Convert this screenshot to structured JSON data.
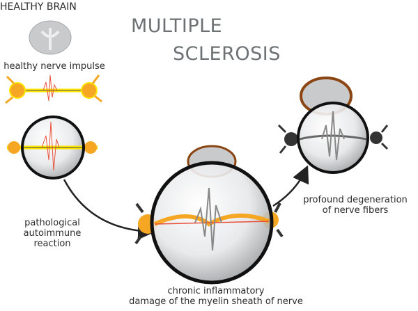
{
  "header": {
    "healthy_brain": "HEALTHY BRAIN",
    "title_line1": "MULTIPLE",
    "title_line2": "SCLEROSIS"
  },
  "labels": {
    "healthy_impulse": "healthy nerve impulse",
    "autoimmune": [
      "pathological",
      "autoimmune",
      "reaction"
    ],
    "inflammatory": [
      "chronic inflammatory",
      "damage of the myelin sheath of nerve"
    ],
    "degeneration": [
      "profound degeneration",
      "of nerve fibers"
    ]
  },
  "colors": {
    "title": "#6d7173",
    "neuron": "#f5a623",
    "myelin": "#ffe600",
    "impulse": "#e8503a",
    "brain": "#c9cacc",
    "lesion": "#a0522d",
    "dead_nerve": "#333333"
  }
}
